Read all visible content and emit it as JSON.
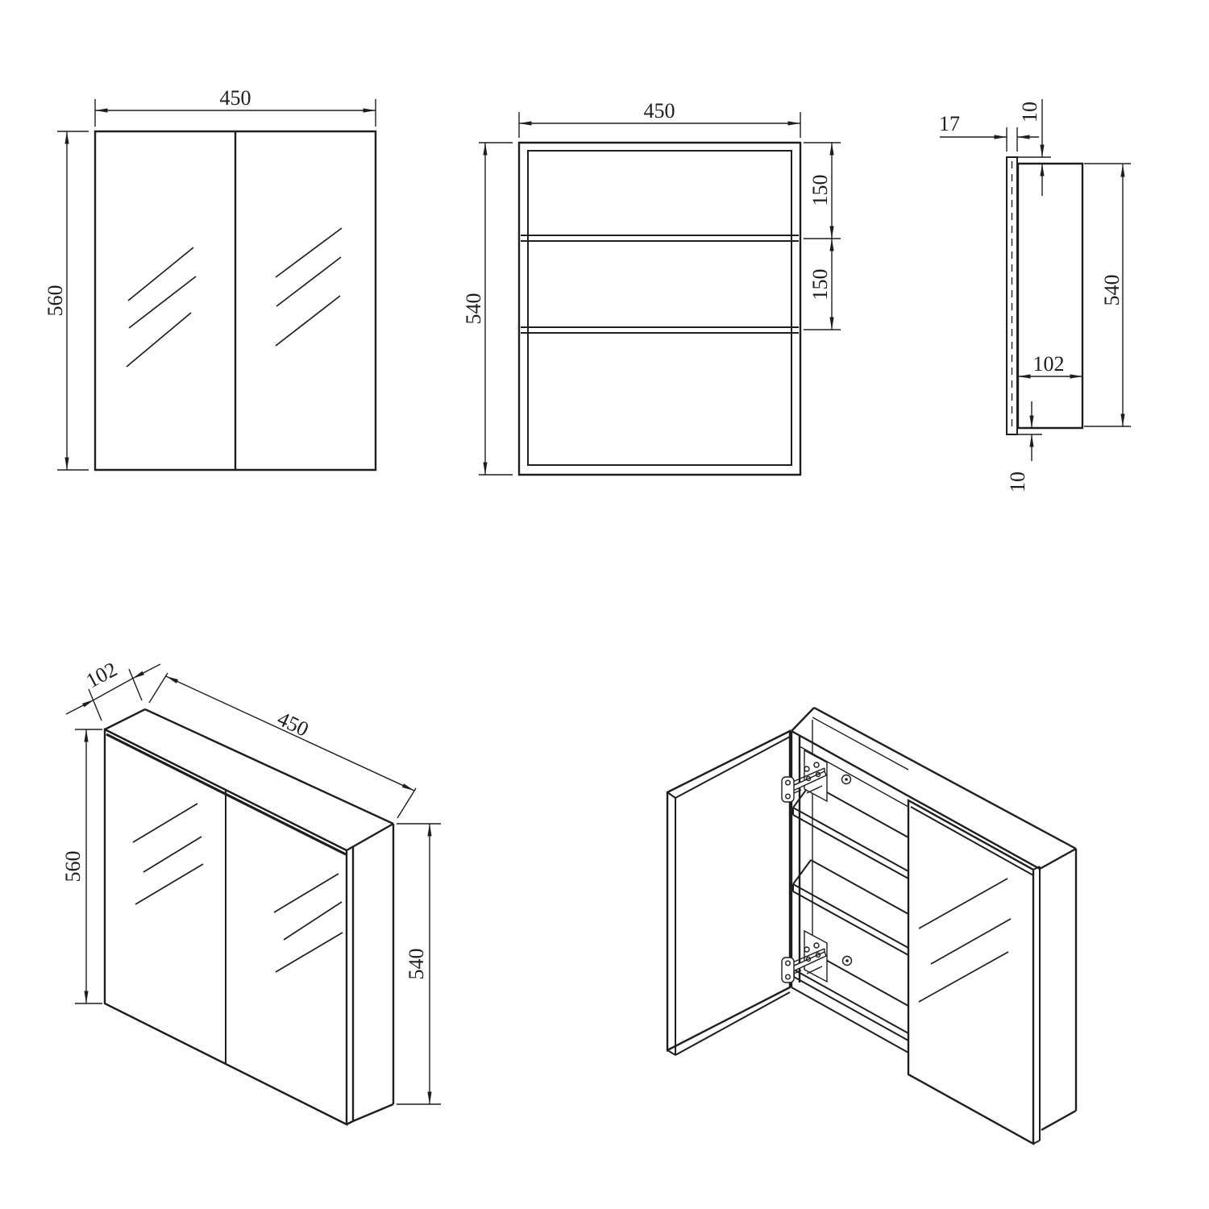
{
  "drawing": {
    "type": "technical-drawing",
    "subject": "two-door mirror cabinet, five orthographic and isometric views",
    "colors": {
      "background": "#ffffff",
      "line": "#1e1e1e"
    }
  },
  "views": {
    "front": {
      "name": "front view with two mirror doors",
      "width": "450",
      "height": "560"
    },
    "internal": {
      "name": "internal carcass view with two shelves",
      "width": "450",
      "height": "540",
      "top_shelf_spacing": "150",
      "middle_shelf_spacing": "150"
    },
    "side": {
      "name": "side profile view",
      "door_thickness": "17",
      "top_overhang": "10",
      "carcass_height": "540",
      "depth": "102",
      "bottom_overhang": "10"
    },
    "iso_closed": {
      "name": "isometric view, doors closed",
      "depth": "102",
      "width": "450",
      "door_height": "560",
      "carcass_height": "540"
    },
    "iso_open": {
      "name": "isometric view, left door open showing hinges and shelves"
    }
  }
}
